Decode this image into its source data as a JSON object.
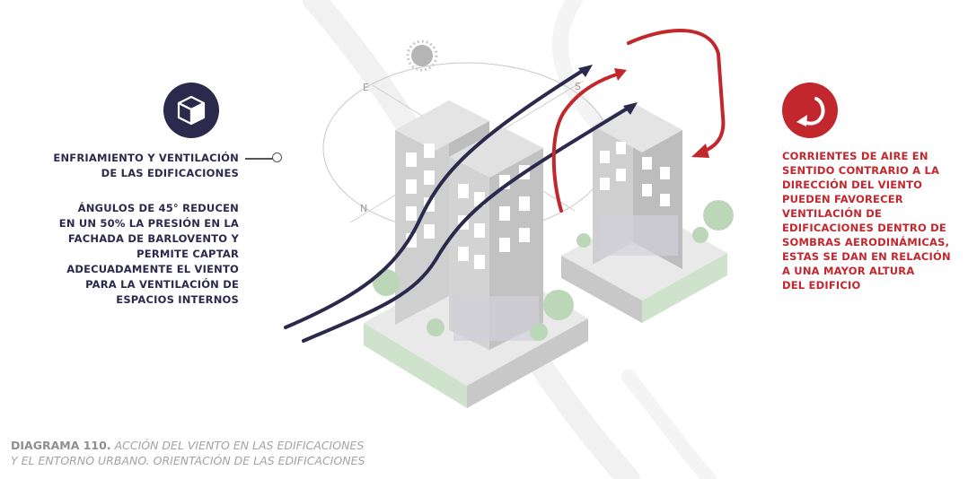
{
  "left": {
    "heading_lines": [
      "ENFRIAMIENTO Y VENTILACIÓN",
      "DE LAS EDIFICACIONES"
    ],
    "body_lines": [
      "ÁNGULOS DE 45° REDUCEN",
      "EN UN 50% LA PRESIÓN EN LA",
      "FACHADA DE BARLOVENTO Y",
      "PERMITE CAPTAR",
      "ADECUADAMENTE EL VIENTO",
      "PARA LA VENTILACIÓN DE",
      "ESPACIOS INTERNOS"
    ],
    "badge_icon": "cube-icon"
  },
  "right": {
    "body_lines": [
      "CORRIENTES DE AIRE EN",
      "SENTIDO CONTRARIO A LA",
      "DIRECCIÓN DEL VIENTO",
      "PUEDEN FAVORECER",
      "VENTILACIÓN DE",
      "EDIFICACIONES DENTRO DE",
      "SOMBRAS AERODINÁMICAS,",
      "ESTAS SE DAN EN RELACIÓN",
      "A UNA MAYOR ALTURA",
      "DEL EDIFICIO"
    ],
    "badge_icon": "return-arrow-icon"
  },
  "compass": {
    "east": "E",
    "south": "S",
    "north": "N"
  },
  "caption": {
    "label": "DIAGRAMA 110.",
    "line1": "ACCIÓN DEL VIENTO EN LAS EDIFICACIONES",
    "line2": "Y EL ENTORNO URBANO. ORIENTACIÓN DE LAS EDIFICACIONES"
  },
  "colors": {
    "navy": "#2b2a4c",
    "red": "#c1272d",
    "building_gray": "#d6d6d6",
    "green": "#cfe3cc",
    "caption_gray": "#a3a3a3"
  }
}
